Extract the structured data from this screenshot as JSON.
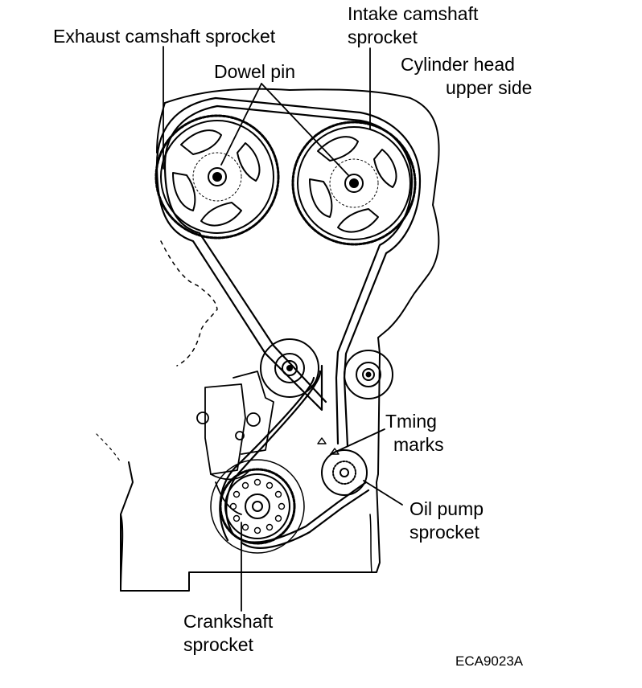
{
  "labels": {
    "exhaust_camshaft_sprocket": "Exhaust camshaft sprocket",
    "intake_camshaft_sprocket_line1": "Intake camshaft",
    "intake_camshaft_sprocket_line2": "sprocket",
    "dowel_pin": "Dowel pin",
    "cylinder_head_upper_side_line1": "Cylinder head",
    "cylinder_head_upper_side_line2": "upper side",
    "timing_marks_line1": "Tming",
    "timing_marks_line2": "marks",
    "oil_pump_sprocket_line1": "Oil pump",
    "oil_pump_sprocket_line2": "sprocket",
    "crankshaft_sprocket_line1": "Crankshaft",
    "crankshaft_sprocket_line2": "sprocket"
  },
  "figure_code": "ECA9023A",
  "colors": {
    "ink": "#000000",
    "paper": "#ffffff"
  }
}
